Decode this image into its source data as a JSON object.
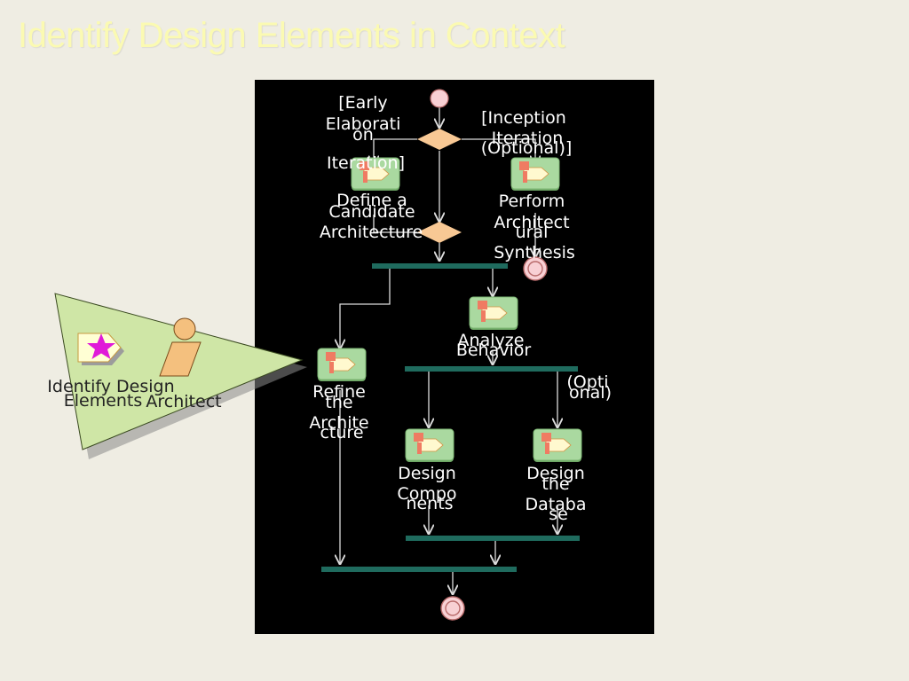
{
  "title": "Identify Design Elements in Context",
  "colors": {
    "panel": "#000000",
    "sync_bar": "#1f6b5e",
    "decision": "#f8c894",
    "activity_green": "#aad9a0",
    "callout": "#cfe6a6"
  },
  "guards": {
    "early_elaboration": [
      "[Early",
      "Elaborati",
      "on",
      "Iteration]"
    ],
    "inception_optional": [
      "[Inception",
      "Iteration",
      "(Optional)]"
    ],
    "optional": [
      "(Opti",
      "onal)"
    ]
  },
  "activities": {
    "define_candidate": [
      "Define a",
      "Candidate",
      "Architecture"
    ],
    "perform_synthesis": [
      "Perform",
      "Architect",
      "ural",
      "Synthesis"
    ],
    "analyze_behavior": [
      "Analyze",
      "Behavior"
    ],
    "refine_architecture": [
      "Refine",
      "the",
      "Archite",
      "cture"
    ],
    "design_components": [
      "Design",
      "Compo",
      "nents"
    ],
    "design_database": [
      "Design",
      "the",
      "Databa",
      "se"
    ]
  },
  "callout": {
    "activity_label": [
      "Identify Design",
      "Elements"
    ],
    "role_label": "Architect"
  }
}
